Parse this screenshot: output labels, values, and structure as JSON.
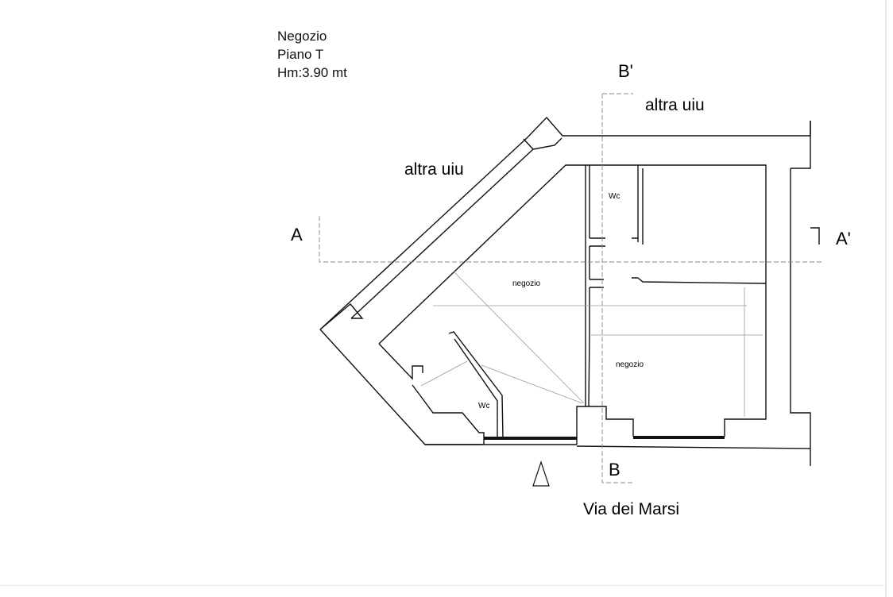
{
  "header": {
    "type": "Negozio",
    "floor": "Piano T",
    "height": "Hm:3.90 mt"
  },
  "sections": {
    "a": "A",
    "a_prime": "A'",
    "b": "B",
    "b_prime": "B'"
  },
  "neighbors": {
    "left": "altra uiu",
    "top": "altra uiu"
  },
  "rooms": {
    "wc_top": "Wc",
    "wc_left": "Wc",
    "negozio_left": "negozio",
    "negozio_right": "negozio"
  },
  "street": "Via dei Marsi",
  "colors": {
    "ink": "#111111",
    "dash": "#888888",
    "background": "#ffffff"
  }
}
